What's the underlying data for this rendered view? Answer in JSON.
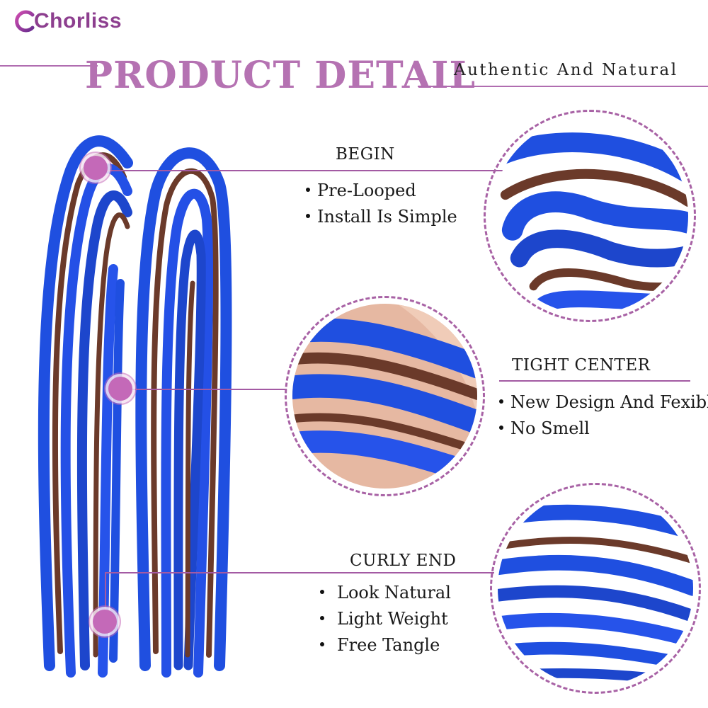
{
  "brand": {
    "name": "Chorliss",
    "accent": "#8d3f8f",
    "title_color": "#b572b2"
  },
  "header": {
    "title": "PRODUCT DETAIL",
    "subtitle": "Authentic And Natural"
  },
  "sections": [
    {
      "heading": "BEGIN",
      "items": [
        "Pre-Looped",
        "Install Is Simple"
      ]
    },
    {
      "heading": "TIGHT CENTER",
      "items": [
        "New Design And Fexible",
        "No Smell"
      ]
    },
    {
      "heading": "CURLY END",
      "items": [
        "Look Natural",
        "Light Weight",
        "Free Tangle"
      ]
    }
  ],
  "colors": {
    "hair_blue": "#1f4fe0",
    "hair_brown": "#6b3a2a",
    "skin": "#e6b8a2",
    "line": "#a35aa3"
  }
}
